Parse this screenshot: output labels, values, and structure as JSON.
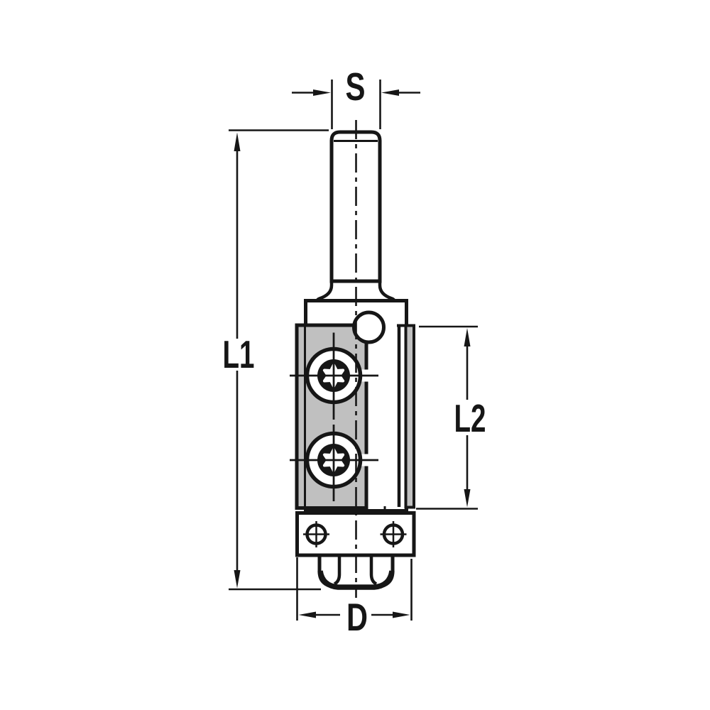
{
  "drawing": {
    "kind": "technical-line-drawing",
    "subject": "router-bit-with-insert-knives",
    "colors": {
      "line": "#161616",
      "insert_fill": "#c0c0c0",
      "background": "#ffffff"
    },
    "labels": {
      "shank_diameter": "S",
      "overall_length": "L1",
      "cutting_length": "L2",
      "cutting_diameter": "D"
    }
  }
}
